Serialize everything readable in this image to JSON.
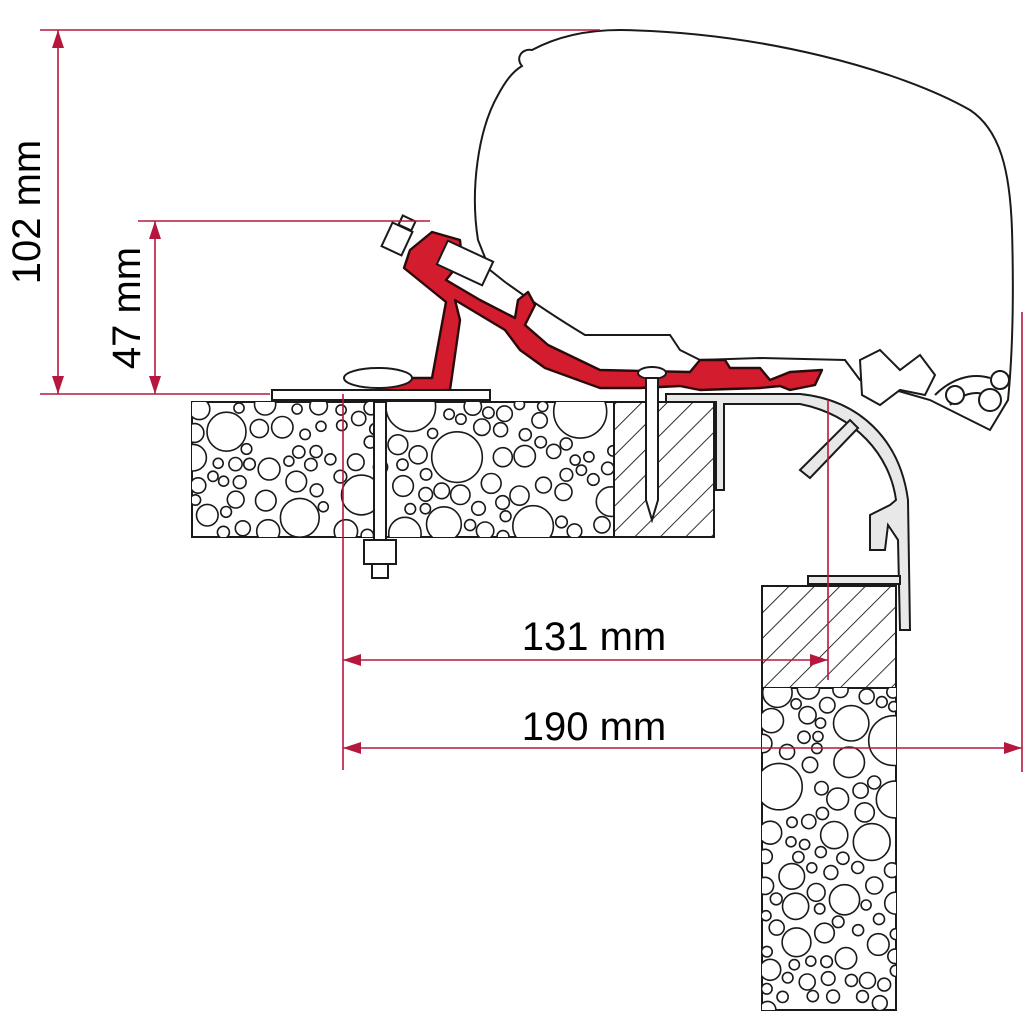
{
  "dimensions": {
    "total_height": "102 mm",
    "bracket_height": "47 mm",
    "inner_depth": "131 mm",
    "outer_depth": "190 mm"
  },
  "colors": {
    "dimension_line": "#b5183d",
    "adapter": "#d31c2e",
    "outline": "#1a1a1a"
  }
}
